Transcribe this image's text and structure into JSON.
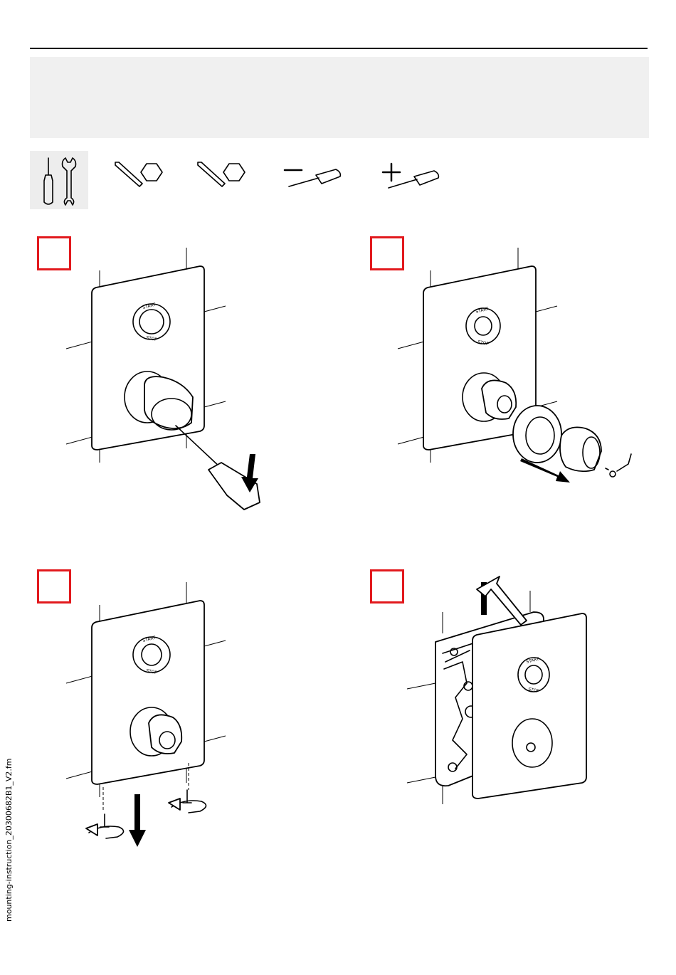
{
  "document": {
    "side_label": "mounting-instruction_20300682B1_V2.fm",
    "button_label_top": "START",
    "button_label_bottom": "STOP"
  },
  "tools": [
    {
      "name": "tools-general-icon"
    },
    {
      "name": "hex-key-icon"
    },
    {
      "name": "hex-key-icon"
    },
    {
      "name": "flat-screwdriver-icon"
    },
    {
      "name": "phillips-screwdriver-icon"
    }
  ],
  "colors": {
    "step_box_border": "#e2191d",
    "header_band": "#f0f0f0",
    "tools_box": "#ededed"
  }
}
